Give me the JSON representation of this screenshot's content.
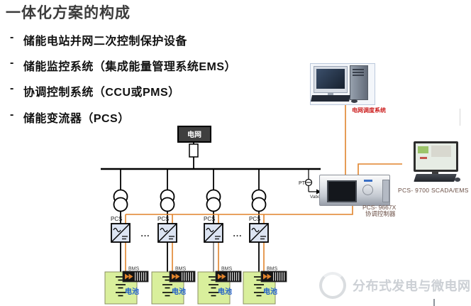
{
  "slide": {
    "title": "一体化方案的构成",
    "bullet_marker": "-",
    "bullets": [
      "储能电站并网二次控制保护设备",
      "储能监控系统（集成能量管理系统EMS）",
      "协调控制系统（CCU或PMS）",
      "储能变流器（PCS）"
    ]
  },
  "diagram": {
    "grid_label": "电网",
    "pt_label": "PT",
    "voltage_label": "Vabc",
    "ellipsis": "...",
    "branches": [
      {
        "pcs_label": "PCS",
        "bms_label": "BMS",
        "battery_label": "电池"
      },
      {
        "pcs_label": "PCS",
        "bms_label": "BMS",
        "battery_label": "电池"
      },
      {
        "pcs_label": "PCS",
        "bms_label": "BMS",
        "battery_label": "电池"
      },
      {
        "pcs_label": "PCS",
        "bms_label": "BMS",
        "battery_label": "电池"
      }
    ],
    "dispatch_label": "电网调度系统",
    "controller_label_line1": "PCS-  9667X",
    "controller_label_line2": "协调控制器",
    "scada_label": "PCS- 9700 SCADA/EMS"
  },
  "watermark": {
    "text": "分布式发电与微电网"
  },
  "colors": {
    "comm_line_orange": "#E0832C",
    "grid_box_fill": "#3F3F3F",
    "pcs_box_fill": "#DCE4F2",
    "battery_box_fill": "#D9EF9C",
    "battery_label_blue": "#1F5FCC",
    "dispatch_label_red": "#CC1F1F",
    "device_label_brown": "#6B4F45"
  }
}
